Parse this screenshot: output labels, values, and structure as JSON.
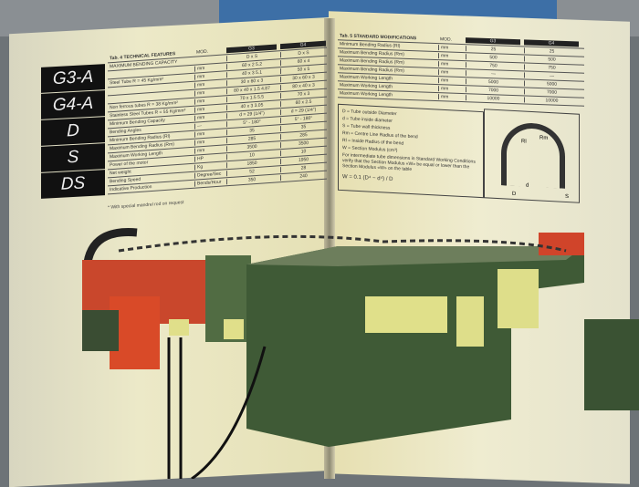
{
  "left_page": {
    "model_tabs": [
      "G3-A",
      "G4-A",
      "D",
      "S",
      "DS"
    ],
    "table_title": "Tab. 4   TECHNICAL FEATURES",
    "headers": {
      "mod": "MOD.",
      "g3": "G3",
      "g4": "G4"
    },
    "rows": [
      {
        "label": "MAXIMUM BENDING CAPACITY",
        "unit": "",
        "g3": "D x S",
        "g4": "D x S"
      },
      {
        "label": "",
        "unit": "mm",
        "g3": "60 x 2   5.2",
        "g4": "60 x 4"
      },
      {
        "label": "Steel Tube R = 45 Kg/mm²",
        "unit": "mm",
        "g3": "40 x 3   5.1",
        "g4": "50 x 5"
      },
      {
        "label": "",
        "unit": "mm",
        "g3": "30 x 60 x 3",
        "g4": "30 x 60 x 3"
      },
      {
        "label": "",
        "unit": "mm",
        "g3": "80 x 40 x 1.5  4.87",
        "g4": "80 x 40 x 3"
      },
      {
        "label": "Non ferrous tubes  R = 38 Kg/mm²",
        "unit": "mm",
        "g3": "70 x 1.5   5.5",
        "g4": "70 x 3"
      },
      {
        "label": "Stainless Steel Tubes R = 55 Kg/mm²",
        "unit": "mm",
        "g3": "40 x 3   3.05",
        "g4": "60 x 2.5"
      },
      {
        "label": "Minimum Bending Capacity",
        "unit": "mm",
        "g3": "d = 29 (1/4\")",
        "g4": "d = 29 (1/4\")"
      },
      {
        "label": "Bending Angles",
        "unit": "—",
        "g3": "5° - 180°",
        "g4": "5° - 180°"
      },
      {
        "label": "Minimum Bending Radius (Rl)",
        "unit": "mm",
        "g3": "35",
        "g4": "35"
      },
      {
        "label": "Maximum Bending Radius (Rm)",
        "unit": "mm",
        "g3": "285",
        "g4": "285"
      },
      {
        "label": "Maximum Working Length",
        "unit": "mm",
        "g3": "3500",
        "g4": "3500"
      },
      {
        "label": "Power of the motor",
        "unit": "HP",
        "g3": "10",
        "g4": "10"
      },
      {
        "label": "Net weight",
        "unit": "Kg",
        "g3": "1850",
        "g4": "1950"
      },
      {
        "label": "Bending Speed",
        "unit": "Degree/Sec",
        "g3": "52",
        "g4": "28"
      },
      {
        "label": "Indicative Production",
        "unit": "Bends/Hour",
        "g3": "350",
        "g4": "240"
      }
    ],
    "footnote": "* With special mandrel rod on request"
  },
  "right_page": {
    "table_title": "Tab. 5   STANDARD MODIFICATIONS",
    "headers": {
      "mod": "MOD.",
      "g3": "G3",
      "g4": "G4"
    },
    "rows": [
      {
        "label": "Minimum Bending Radius (Rl)",
        "unit": "mm",
        "g3": "25",
        "g4": "25"
      },
      {
        "label": "Maximum Bending Radius (Rm)",
        "unit": "mm",
        "g3": "500",
        "g4": "500"
      },
      {
        "label": "Maximum Bending Radius (Rm)",
        "unit": "mm",
        "g3": "750",
        "g4": "750"
      },
      {
        "label": "Maximum Bending Radius (Rm)",
        "unit": "mm",
        "g3": "—",
        "g4": "—"
      },
      {
        "label": "Maximum Working Length",
        "unit": "mm",
        "g3": "5000",
        "g4": "5000"
      },
      {
        "label": "Maximum Working Length",
        "unit": "mm",
        "g3": "7000",
        "g4": "7000"
      },
      {
        "label": "Maximum Working Length",
        "unit": "mm",
        "g3": "10000",
        "g4": "10000"
      }
    ],
    "legend": [
      "D = Tube outside Diameter",
      "d = Tube inside diameter",
      "S = Tube wall thickness",
      "Rm = Centre Line Radius of the bend",
      "Rl = Inside Radius of the bend",
      "W = Section Modulus (cm³)",
      "For intermediate tube dimensions in Standard Working Conditions verify that the Section Modulus «W» be equal or lower than the Section Modulus «W» on the table"
    ],
    "formula": "W = 0.1 (D⁴ − d⁴) / D",
    "diagram_labels": [
      "Rl",
      "Rm",
      "d",
      "D",
      "S"
    ]
  },
  "colors": {
    "page": "#e9e6c6",
    "machine_green": "#3f5a36",
    "machine_orange": "#d8442a",
    "panel_yellow": "#e0e08a"
  }
}
